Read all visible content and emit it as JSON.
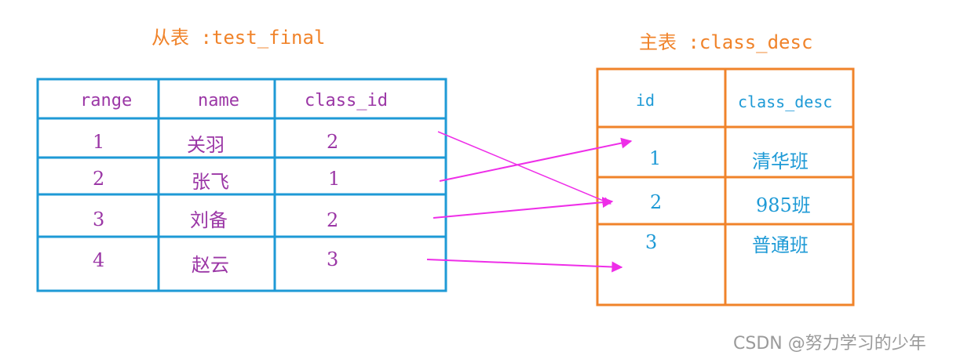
{
  "slave_title": "从表 :test_final",
  "master_title": "主表 :class_desc",
  "slave_table": {
    "headers": [
      "range",
      "name",
      "class_id"
    ],
    "rows": [
      [
        "1",
        "关羽",
        "2"
      ],
      [
        "2",
        "张飞",
        "1"
      ],
      [
        "3",
        "刘备",
        "2"
      ],
      [
        "4",
        "赵云",
        "3"
      ]
    ]
  },
  "master_table": {
    "headers": [
      "id",
      "class_desc"
    ],
    "rows": [
      [
        "1",
        "清华班"
      ],
      [
        "2",
        "985班"
      ],
      [
        "3",
        "普通班"
      ]
    ]
  },
  "watermark": "CSDN @努力学习的少年",
  "colors": {
    "slave_border": "#1e9ad6",
    "master_border": "#f0832a",
    "slave_text": "#9b37a6",
    "master_text": "#1e9ad6",
    "arrow": "#ee2ee8",
    "title": "#f0832a"
  }
}
